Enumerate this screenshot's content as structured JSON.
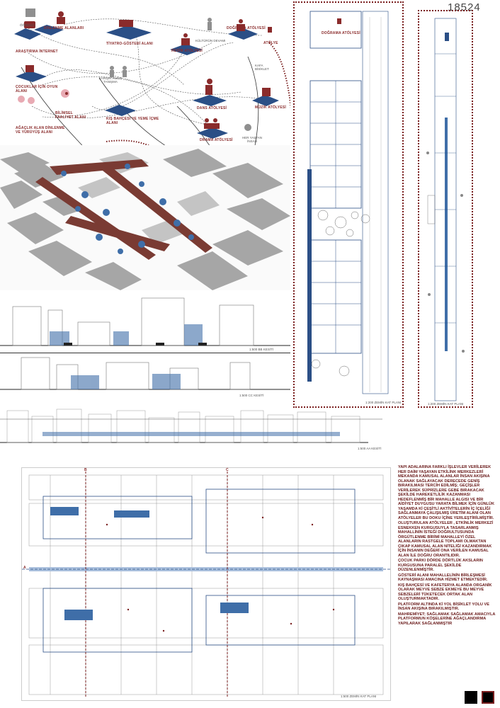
{
  "sheet": {
    "number": "18524"
  },
  "diagram": {
    "labels": [
      "ÖĞRENCİ",
      "DİNLENME ALANLARI",
      "ARAŞTIRMA İNTERNET",
      "TİYATRO-GÖSTERİ ALANI",
      "KÜLTÜRÜN DEVAMI",
      "DOĞRAMA ATÖLYESİ",
      "ATÖLYE",
      "RESİM ATÖLYESİ",
      "KARIŞIK AİLESİ TANIŞMA",
      "ÇOCUKLAR İÇİN OYUN ALANI",
      "BİLİMSEL FAALİYET ALANI",
      "KIŞ BAHÇESİ VE YEME İÇME ALANI",
      "DANS ATÖLYESİ",
      "MÜZİK ATÖLYESİ",
      "AĞAÇLIK ALAN DİNLENME VE YÜRÜYÜŞ ALANI",
      "DRAMA ATÖLYESİ",
      "HER YAŞTAN İNSAN",
      "KAFA BİSİKLET"
    ]
  },
  "plans": {
    "left_panel_label": "DOĞRAMA ATÖLYESİ",
    "left_caption": "1:200 ZEMİN KAT PLANI",
    "right_caption": "1:200 ZEMİN KAT PLANI"
  },
  "sections": {
    "bb": "1:500 BB KESİTİ",
    "cc": "1:500 CC KESİTİ",
    "aa": "1:500 AA KESİTİ"
  },
  "site_plan": {
    "caption": "1:500 ZEMİN KAT PLANI",
    "marker_a": "A",
    "marker_b": "B",
    "marker_c": "C"
  },
  "text": {
    "paragraphs": [
      "YAPI ADALARINA FARKLI İŞLEVLER VERİLEREK HER DAİM YAŞAYAN ETKİLİNK MERKEZLERİ MEKANDA KAMUSAL ALANLAR İNSAN AKIŞINA OLANAK SAĞLAYACAK DERECEDE GENİŞ BIRAKILMASI TERCİH EDİLMİŞ; GEÇİŞLER VERİLEREK SÜPRİZLERE GEBE BIRAKACAK ŞEKİLDE HAREKETLİLİK KAZANMASI HEDEFLENMİŞ BİR MAHALLE ALGISI VE BİR AİDİYET DUYGUSU YARATA BİLMEK İÇİN GÜNLÜK YAŞAMDA Kİ ÇEŞİTLİ AKTİVİTELERİN İÇ İÇELİĞİ SAĞLANMAYA ÇALIŞILMIŞ ÜRETİM ALANI OLAN ATÖLYELER BU DOKU İÇİNE YERLEŞTİRİLMİŞTİR.",
      "OLUŞTURULAN ATÖLYELER , ETKİNLİK MERKEZİ ESNEKKEN KURGUSUYLA TASARLANMIŞ MAHALLİNİN İSTEĞİ DOĞRULTUSUNDA ÖRGÜTLENME BİRİMİ MAHALLEYİ ÖZEL ALANLARIN RASTGELE TOPLAMI OLMAKTAN ÇIKAP KAMUSAL ALAN NİTELİĞİ KAZANDIRMAK İÇİN İNSANIN DEĞERİ ONA VERİLEN KAMUSAL ALAN İLE DOĞRU ORANTILIDIR.",
      "ÇOCUK PARKI DÖRDE DÖRTLÜK AKSLARIN KURGUSUNA PARALEL ŞEKİLDE DÜZENLENMİŞTİR.",
      "GÖSTERİ ALANI MAHALLELİNİN BİRLEŞMESİ KAYNAŞMASI AMACINA HİZMET ETMEKTEDİR.",
      "KIŞ BAHÇESİ VE KAFETERYA ALANDA ORGANİK OLARAK MEYVE SEBZE EKMEYE BU MEYVE SEBZELERİ TÜKETECEK ORTAK ALAN OLUŞTURMAKTADIR.",
      "PLATFORM ALTINDA Kİ YOL BİSİKLET YOLU VE İNSAN AKIŞINA BIRAKILMIŞTIR.",
      "MAHREMİYET; SAĞLAMAK SAĞLAMAK AMACIYLA PLATFORMUN KÖŞELERİNE AĞAÇLANDIRMA YAPILARAK SAĞLANMIŞTIR"
    ]
  },
  "colors": {
    "accent": "#7a1f1f",
    "blue": "#2b4f86",
    "block": "#9c9c9c"
  }
}
